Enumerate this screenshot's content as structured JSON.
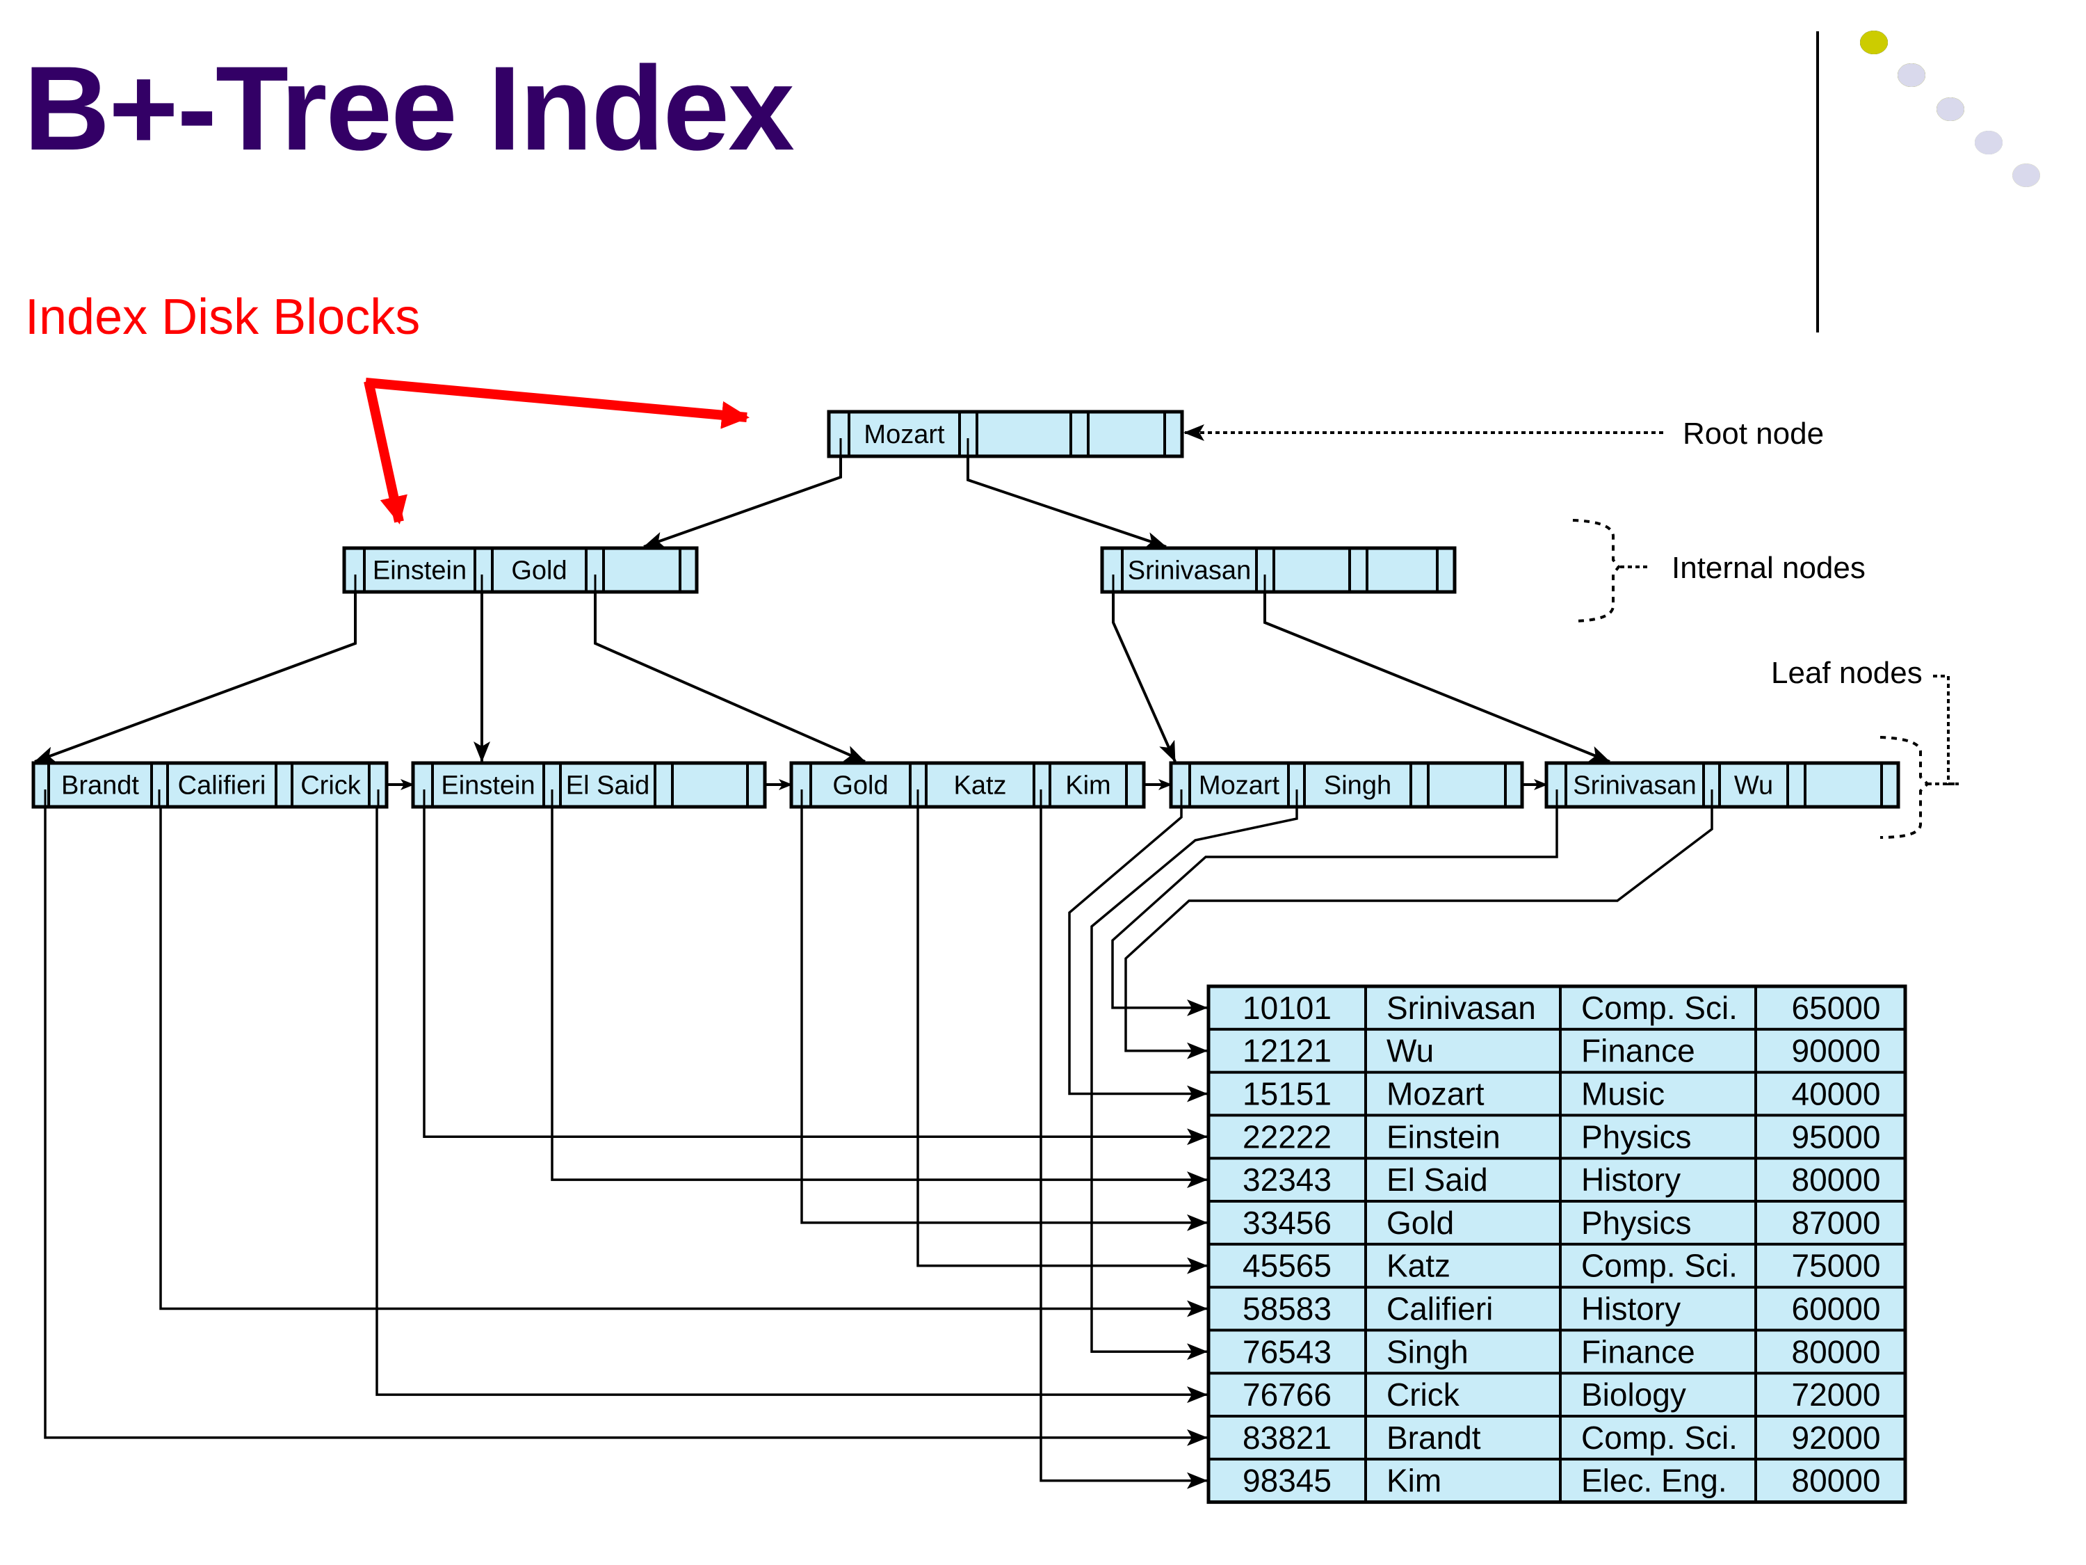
{
  "slide": {
    "title": "B+-Tree Index",
    "subtitle": "Index Disk Blocks",
    "title_color": "#330066",
    "subtitle_color": "#ff0000"
  },
  "colors": {
    "node_fill": "#c9ecf8",
    "line": "#000000",
    "annotation_arrow": "#ff0000",
    "dots": {
      "purple": "#330066",
      "teal": "#669999",
      "olive": "#cccc00",
      "lavender": "#d9d9ec"
    }
  },
  "decoration": {
    "dot_rows": [
      [
        "purple",
        "purple",
        "purple",
        null,
        null
      ],
      [
        "purple",
        "purple",
        "purple",
        "teal",
        null
      ],
      [
        "purple",
        "purple",
        "teal",
        "teal",
        "olive"
      ],
      [
        "purple",
        "teal",
        "teal",
        "olive",
        null
      ],
      [
        "teal",
        "teal",
        "olive",
        "olive",
        "lavender"
      ],
      [
        "teal",
        "olive",
        "olive",
        "lavender",
        null
      ],
      [
        "olive",
        "olive",
        "lavender",
        "lavender",
        null
      ],
      [
        null,
        "lavender",
        null,
        "lavender",
        null
      ]
    ]
  },
  "tree": {
    "root": {
      "keys": [
        "Mozart",
        "",
        ""
      ]
    },
    "internal": [
      {
        "keys": [
          "Einstein",
          "Gold",
          ""
        ]
      },
      {
        "keys": [
          "Srinivasan",
          "",
          ""
        ]
      }
    ],
    "leaves": [
      {
        "keys": [
          "Brandt",
          "Califieri",
          "Crick"
        ]
      },
      {
        "keys": [
          "Einstein",
          "El Said",
          ""
        ]
      },
      {
        "keys": [
          "Gold",
          "Katz",
          "Kim"
        ]
      },
      {
        "keys": [
          "Mozart",
          "Singh",
          ""
        ]
      },
      {
        "keys": [
          "Srinivasan",
          "Wu",
          ""
        ]
      }
    ]
  },
  "labels": {
    "root_node": "Root node",
    "internal_nodes": "Internal nodes",
    "leaf_nodes": "Leaf nodes"
  },
  "table": {
    "rows": [
      [
        "10101",
        "Srinivasan",
        "Comp. Sci.",
        "65000"
      ],
      [
        "12121",
        "Wu",
        "Finance",
        "90000"
      ],
      [
        "15151",
        "Mozart",
        "Music",
        "40000"
      ],
      [
        "22222",
        "Einstein",
        "Physics",
        "95000"
      ],
      [
        "32343",
        "El Said",
        "History",
        "80000"
      ],
      [
        "33456",
        "Gold",
        "Physics",
        "87000"
      ],
      [
        "45565",
        "Katz",
        "Comp. Sci.",
        "75000"
      ],
      [
        "58583",
        "Califieri",
        "History",
        "60000"
      ],
      [
        "76543",
        "Singh",
        "Finance",
        "80000"
      ],
      [
        "76766",
        "Crick",
        "Biology",
        "72000"
      ],
      [
        "83821",
        "Brandt",
        "Comp. Sci.",
        "92000"
      ],
      [
        "98345",
        "Kim",
        "Elec. Eng.",
        "80000"
      ]
    ]
  },
  "pointers": [
    {
      "from_leaf": 0,
      "key": "Brandt",
      "row": 10
    },
    {
      "from_leaf": 0,
      "key": "Califieri",
      "row": 7
    },
    {
      "from_leaf": 0,
      "key": "Crick",
      "row": 9
    },
    {
      "from_leaf": 1,
      "key": "Einstein",
      "row": 3
    },
    {
      "from_leaf": 1,
      "key": "El Said",
      "row": 4
    },
    {
      "from_leaf": 2,
      "key": "Gold",
      "row": 5
    },
    {
      "from_leaf": 2,
      "key": "Katz",
      "row": 6
    },
    {
      "from_leaf": 2,
      "key": "Kim",
      "row": 11
    },
    {
      "from_leaf": 3,
      "key": "Mozart",
      "row": 2
    },
    {
      "from_leaf": 3,
      "key": "Singh",
      "row": 8
    },
    {
      "from_leaf": 4,
      "key": "Srinivasan",
      "row": 0
    },
    {
      "from_leaf": 4,
      "key": "Wu",
      "row": 1
    }
  ]
}
